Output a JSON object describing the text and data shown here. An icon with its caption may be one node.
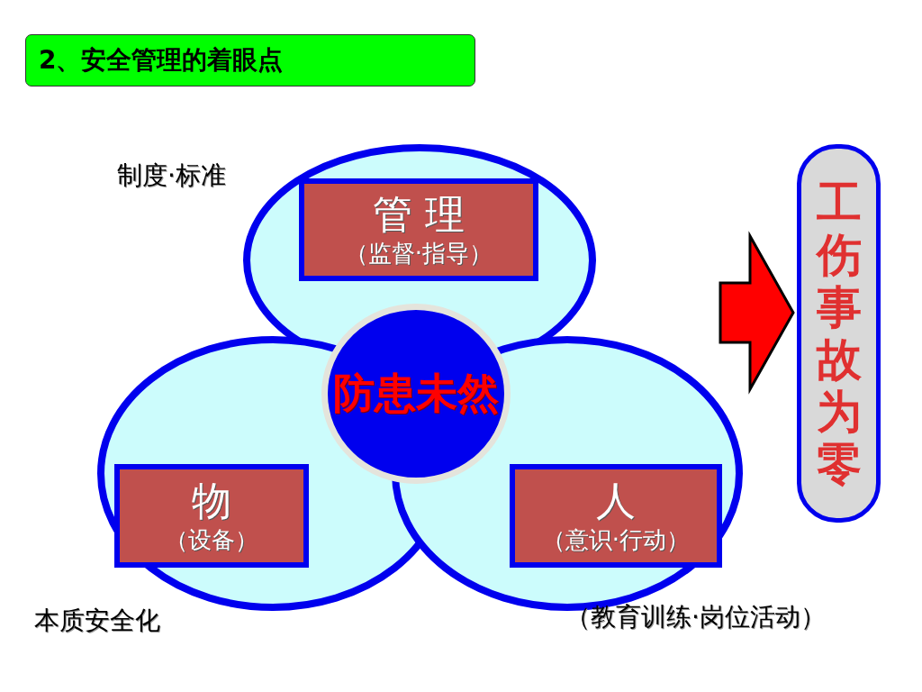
{
  "diagram": {
    "title": "2、安全管理的着眼点",
    "nodes": [
      {
        "text": [],
        "shape": "circle",
        "beside": [
          "制度·标准"
        ]
      },
      {
        "text": [
          "管 理",
          "（监督·指导）"
        ],
        "in": 0
      },
      {
        "text": [],
        "shape": "circle",
        "beside": [
          "本质安全化"
        ]
      },
      {
        "text": [
          "物",
          "（设备）"
        ],
        "in": 2
      },
      {
        "text": [],
        "shape": "circle",
        "beside": [
          "（教育训练·岗位活动）"
        ]
      },
      {
        "text": [
          "人",
          "（意识·行动）"
        ],
        "in": 4
      },
      {
        "text": [
          "防患未然"
        ]
      },
      {
        "text": [
          "工伤事故为零"
        ]
      }
    ],
    "edges": [
      {
        "from": null,
        "to": 7,
        "arrow": "to",
        "style": "thick",
        "color": "#ff0000"
      }
    ]
  }
}
